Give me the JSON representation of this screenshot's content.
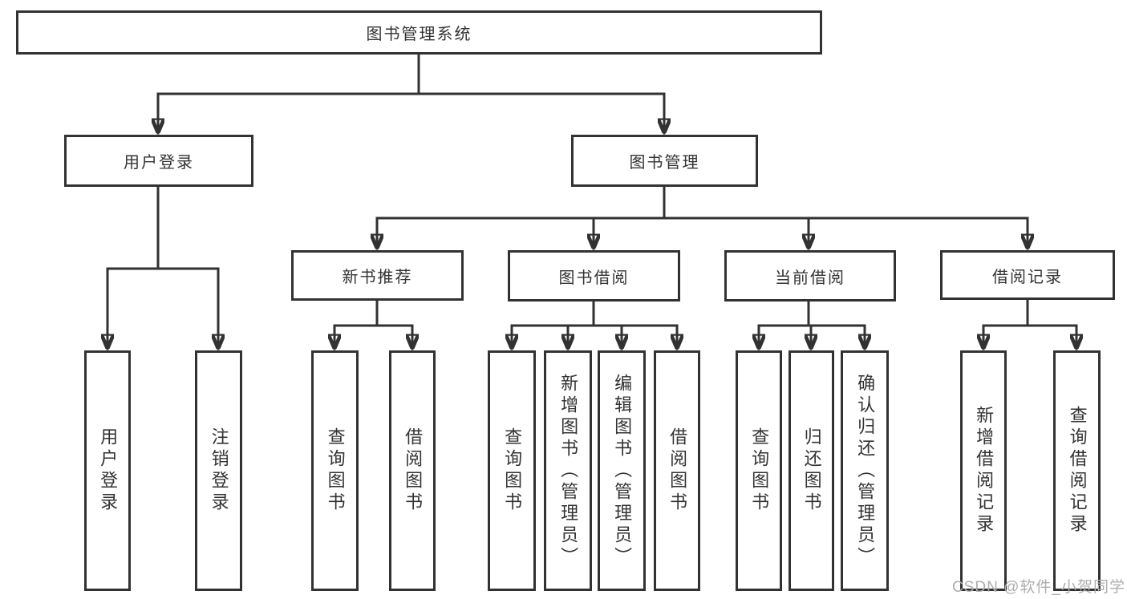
{
  "diagram": {
    "root": {
      "label": "图书管理系统"
    },
    "level2": [
      {
        "id": "user-login",
        "label": "用户登录"
      },
      {
        "id": "book-management",
        "label": "图书管理"
      }
    ],
    "level3": [
      {
        "id": "new-book-recommend",
        "label": "新书推荐"
      },
      {
        "id": "book-borrow",
        "label": "图书借阅"
      },
      {
        "id": "current-borrow",
        "label": "当前借阅"
      },
      {
        "id": "borrow-record",
        "label": "借阅记录"
      }
    ],
    "leaves": {
      "user_login": [
        "用户登录",
        "注销登录"
      ],
      "new_book_recommend": [
        "查询图书",
        "借阅图书"
      ],
      "book_borrow": [
        "查询图书",
        "新增图书（管理员）",
        "编辑图书（管理员）",
        "借阅图书"
      ],
      "current_borrow": [
        "查询图书",
        "归还图书",
        "确认归还（管理员）"
      ],
      "borrow_record": [
        "新增借阅记录",
        "查询借阅记录"
      ]
    }
  },
  "watermark": "CSDN @软件_小贺同学",
  "colors": {
    "line": "#323232",
    "text": "#333333",
    "watermark": "#aeaeae",
    "background": "#ffffff"
  }
}
